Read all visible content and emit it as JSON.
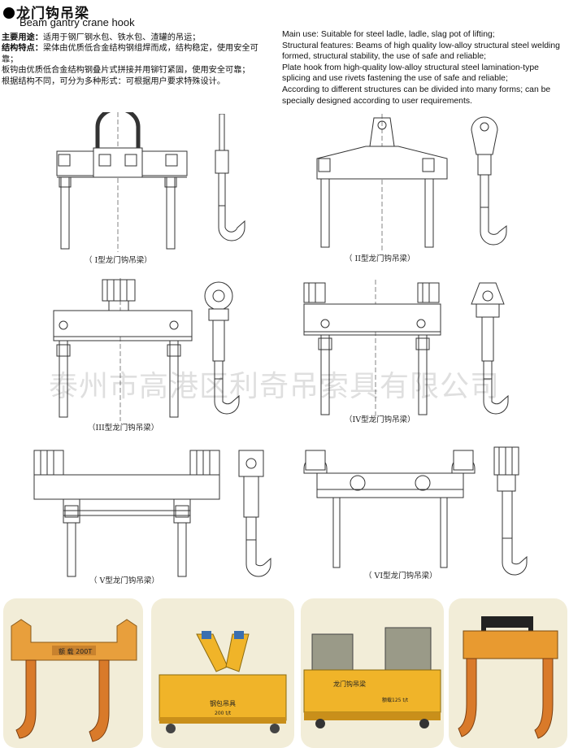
{
  "header": {
    "title_cn": "龙门钩吊梁",
    "title_en": "Beam gantry crane hook"
  },
  "description_cn": {
    "use_label": "主要用途：",
    "use_text": "适用于钢厂钢水包、铁水包、渣罐的吊运；",
    "features_label": "结构特点：",
    "features_text": "梁体由优质低合金结构钢组焊而成，结构稳定，使用安全可靠；",
    "plate_text": "板钩由优质低合金结构钢叠片式拼接并用铆钉紧固，使用安全可靠；",
    "forms_text": "根据结构不同，可分为多种形式：可根据用户要求特殊设计。"
  },
  "description_en": {
    "lines": [
      "Main use: Suitable for steel ladle, ladle, slag pot of lifting;",
      "Structural features: Beams of high quality low-alloy structural steel welding formed, structural stability, the use of safe and reliable;",
      "Plate hook from high-quality low-alloy structural steel lamination-type splicing and use rivets fastening the use of safe and reliable;",
      "According to different structures can be divided into many forms; can be specially designed according to user requirements."
    ]
  },
  "captions": {
    "type1": "（ I型龙门钩吊梁）",
    "type2": "（ II型龙门钩吊梁）",
    "type3": "（III型龙门钩吊梁）",
    "type4": "（IV型龙门钩吊梁）",
    "type5": "（ V型龙门钩吊梁）",
    "type6": "（ VI型龙门钩吊梁）"
  },
  "watermark": "泰州市高港区利奇吊索具有限公司",
  "photo_labels": {
    "photo1": "额 载 200T",
    "photo2": "钢包吊具",
    "photo2_sub": "200 t/t",
    "photo3": "龙门钩吊梁",
    "photo3_sub": "额载125 t/t"
  },
  "colors": {
    "beam_orange": "#e89f3c",
    "beam_yellow": "#f0b429",
    "drawing_line": "#333333",
    "photo_bg": "#f2edd8"
  }
}
